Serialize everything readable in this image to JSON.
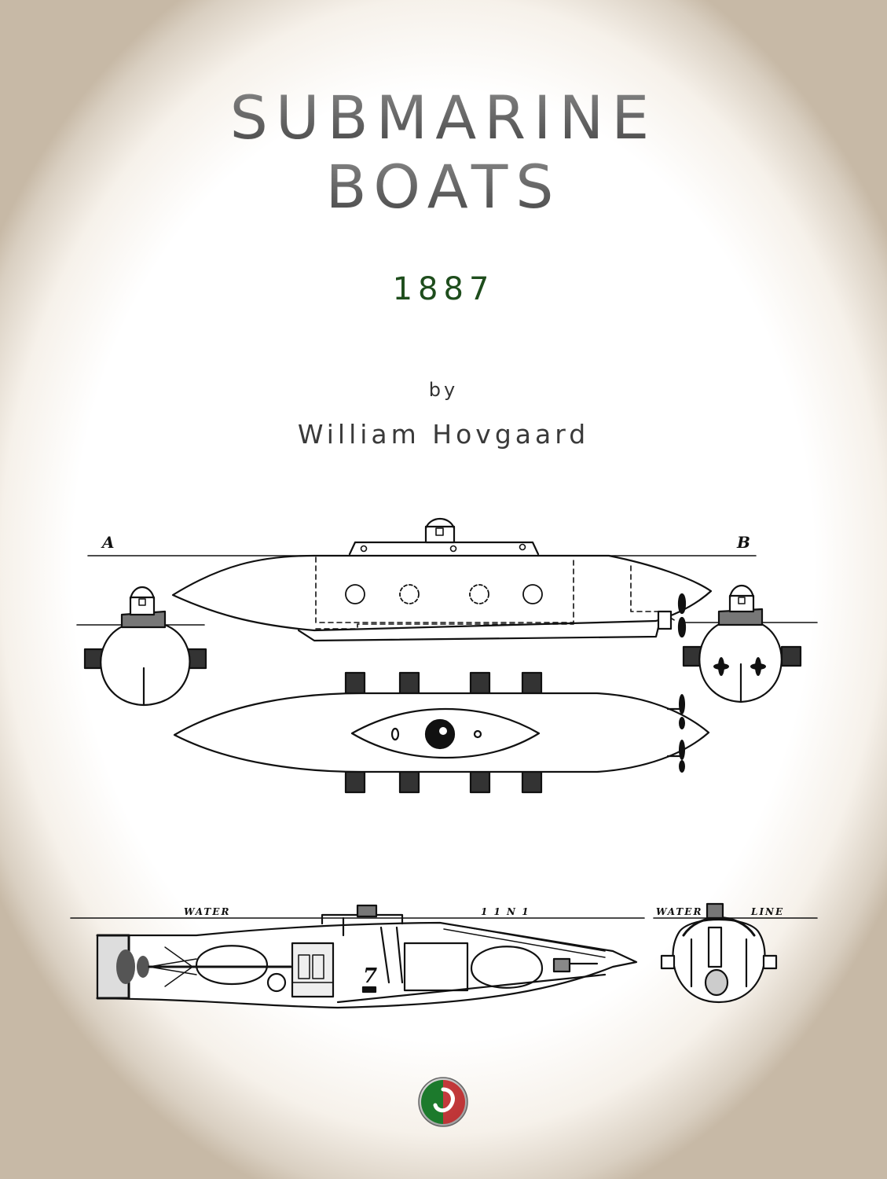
{
  "book": {
    "title_line_1": "SUBMARINE",
    "title_line_2": "BOATS",
    "year": "1887",
    "by_label": "by",
    "author": "William Hovgaard"
  },
  "illustration": {
    "label_a": "A",
    "label_b": "B",
    "water_label": "WATER",
    "line_label": "LINE",
    "line_label_partial": "1 1 N 1",
    "section_number": "7"
  },
  "colors": {
    "title": "#5a5a5a",
    "year": "#1e4d1c",
    "text": "#333333",
    "border": "#c7b9a6",
    "logo_green": "#1c7a2c",
    "logo_red": "#c0282a"
  },
  "icons": {
    "publisher_logo": "publisher-logo-icon"
  }
}
